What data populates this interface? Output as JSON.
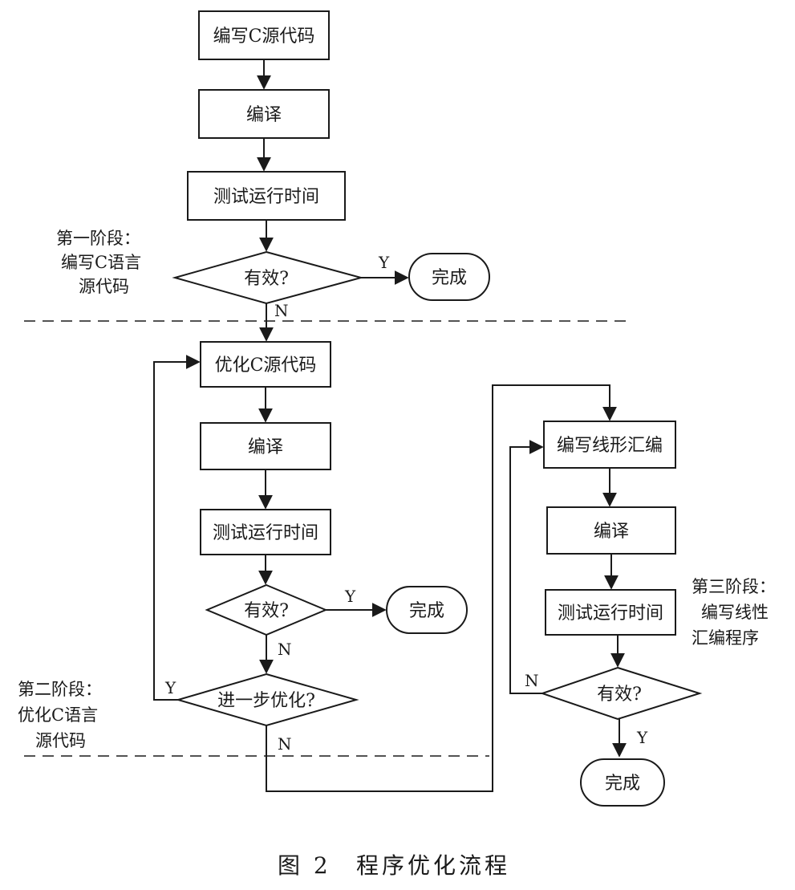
{
  "colors": {
    "ink": "#1a1a1a",
    "background": "#ffffff"
  },
  "stage1": {
    "label": "第一阶段：",
    "line2": "编写C语言",
    "line3": "源代码",
    "write": "编写C源代码",
    "compile": "编译",
    "test": "测试运行时间",
    "decision": "有效?",
    "done": "完成"
  },
  "stage2": {
    "label": "第二阶段：",
    "line2": "优化C语言",
    "line3": "源代码",
    "optimize": "优化C源代码",
    "compile": "编译",
    "test": "测试运行时间",
    "decision": "有效?",
    "done": "完成",
    "further": "进一步优化?"
  },
  "stage3": {
    "label": "第三阶段：",
    "line2": "编写线性",
    "line3": "汇编程序",
    "write": "编写线形汇编",
    "compile": "编译",
    "test": "测试运行时间",
    "decision": "有效?",
    "done": "完成"
  },
  "edges": {
    "yes": "Y",
    "no": "N"
  },
  "caption": {
    "figure": "图 2",
    "title": "程序优化流程"
  }
}
